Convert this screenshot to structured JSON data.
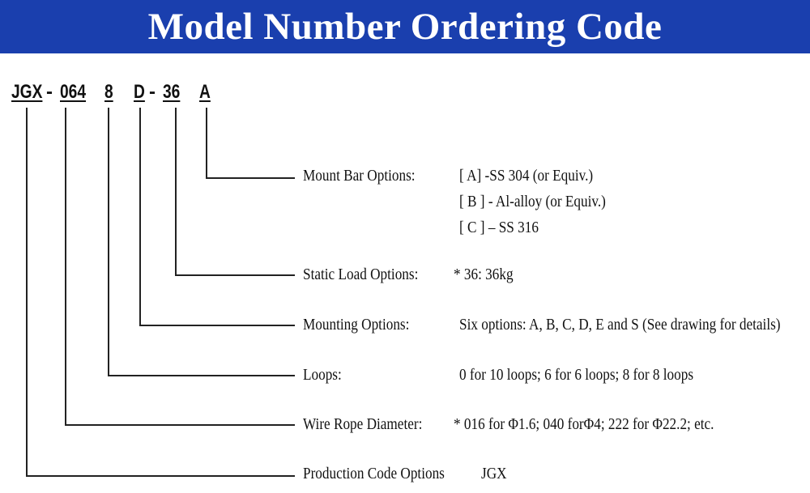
{
  "title": "Model Number Ordering Code",
  "code": {
    "prefix": "JGX",
    "dash1": "-",
    "diameter": "064",
    "loops": "8",
    "mounting": "D",
    "dash2": "-",
    "load": "36",
    "bar": "A"
  },
  "options": [
    {
      "label": "Mount Bar Options:",
      "values": [
        "[ A] -SS 304 (or Equiv.)",
        "[ B ] - Al-alloy (or Equiv.)",
        "[ C ] – SS 316"
      ]
    },
    {
      "label": "Static Load Options:",
      "values": [
        "* 36: 36kg"
      ]
    },
    {
      "label": "Mounting Options:",
      "values": [
        "Six options: A, B, C, D, E and S (See drawing for details)"
      ]
    },
    {
      "label": "Loops:",
      "values": [
        "0 for 10 loops; 6 for 6 loops; 8 for 8 loops"
      ]
    },
    {
      "label": "Wire Rope Diameter:",
      "values": [
        "* 016 for Φ1.6; 040 forΦ4; 222 for Φ22.2; etc."
      ]
    },
    {
      "label": "Production Code Options",
      "values": [
        "JGX"
      ]
    }
  ],
  "colors": {
    "banner": "#1a3fae",
    "banner_text": "#ffffff",
    "lines": "#222222"
  }
}
